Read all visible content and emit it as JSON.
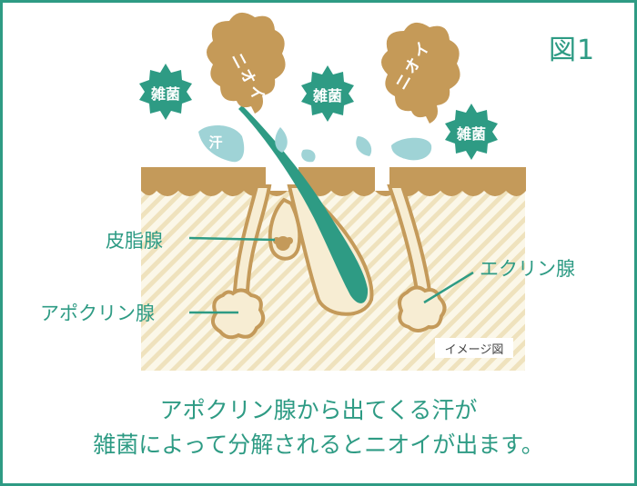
{
  "figure_label": "図1",
  "labels": {
    "sebaceous_gland": "皮脂腺",
    "apocrine_gland": "アポクリン腺",
    "eccrine_gland": "エクリン腺",
    "image_note": "イメージ図"
  },
  "bacteria": [
    "雑菌",
    "雑菌",
    "雑菌"
  ],
  "odor": [
    "ニオイ",
    "ニオイ"
  ],
  "sweat": "汗",
  "caption": {
    "line1": "アポクリン腺から出てくる汗が",
    "line2": "雑菌によって分解されるとニオイが出ます。"
  },
  "colors": {
    "teal": "#2e9b84",
    "tan": "#c49a5a",
    "odor_cloud": "#c59a58",
    "sweat": "#9fd3d6",
    "dermis_stripe": "#f1e7c6"
  }
}
